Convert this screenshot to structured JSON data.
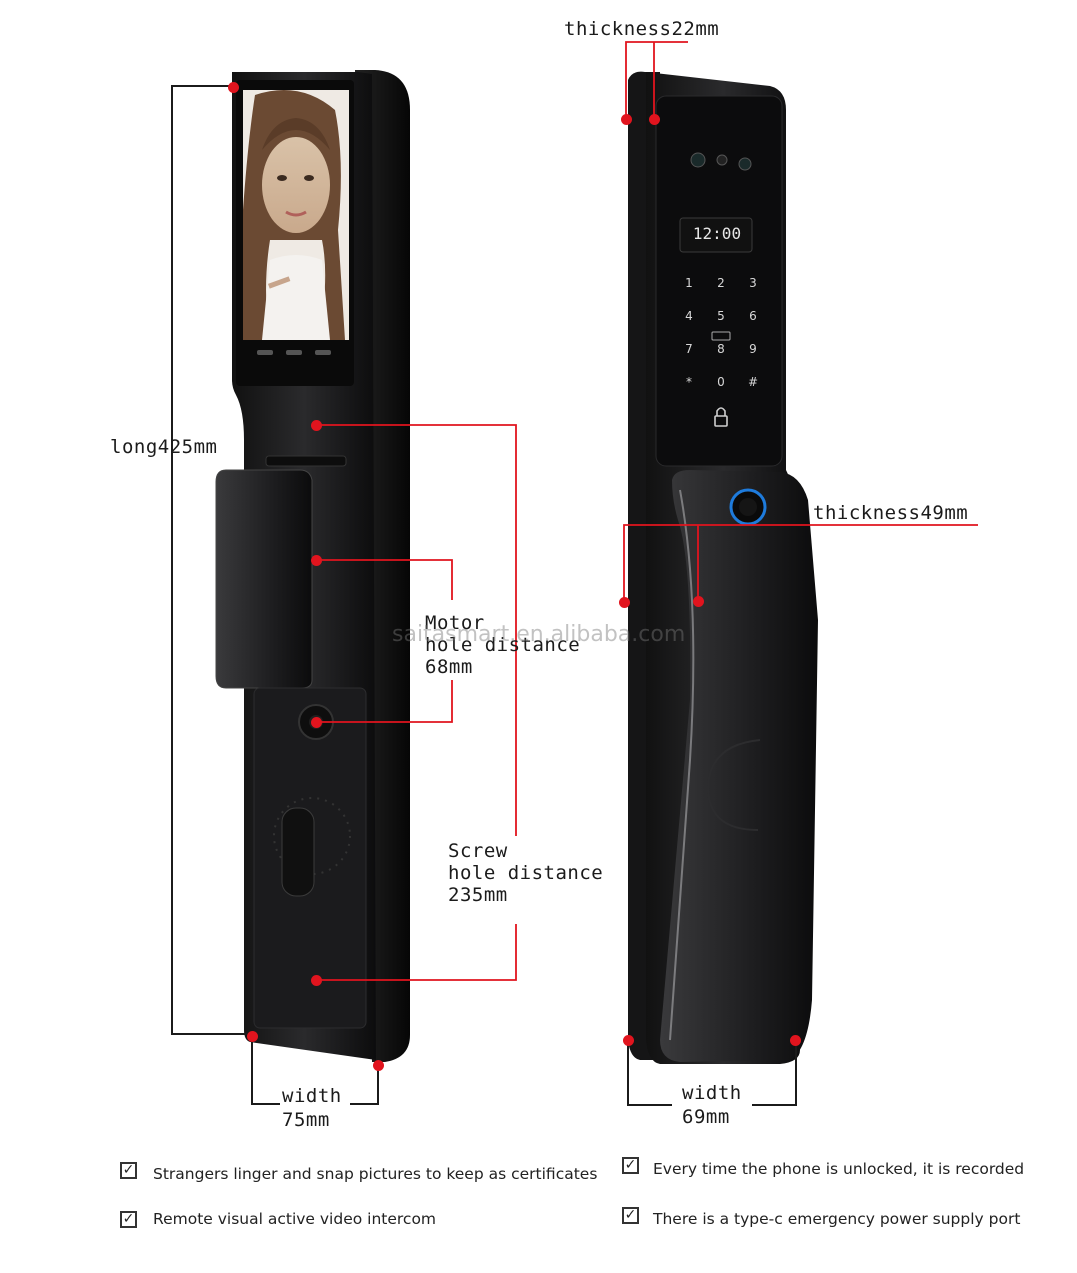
{
  "dimensions": {
    "thickness_top": "thickness22mm",
    "thickness_handle": "thickness49mm",
    "length": "long425mm",
    "motor_line1": "Motor",
    "motor_line2": "hole distance",
    "motor_line3": "68mm",
    "screw_line1": "Screw",
    "screw_line2": "hole distance",
    "screw_line3": "235mm",
    "width_front_line1": "width",
    "width_front_line2": "75mm",
    "width_side_line1": "width",
    "width_side_line2": "69mm"
  },
  "keypad": {
    "clock": "12:00",
    "keys": [
      "1",
      "2",
      "3",
      "4",
      "5",
      "6",
      "7",
      "8",
      "9",
      "*",
      "0",
      "#"
    ]
  },
  "watermark": "saitasmart.en.alibaba.com",
  "features": [
    "Strangers linger and snap pictures to keep as certificates",
    "Every time the phone is unlocked, it is recorded",
    "Remote visual active video intercom",
    "There is a type-c emergency power supply port"
  ],
  "colors": {
    "dimension_line": "#e1141e",
    "lock_body": "#1c1c1e"
  }
}
